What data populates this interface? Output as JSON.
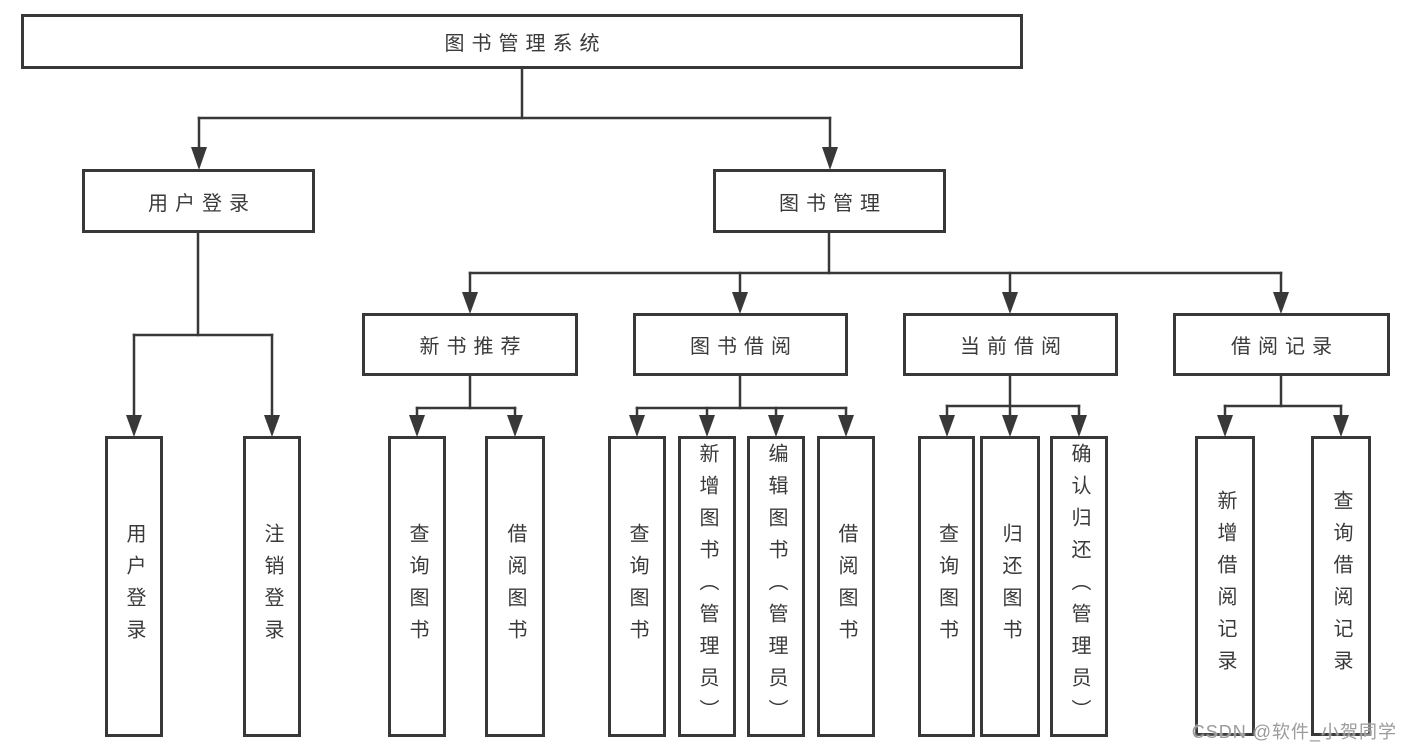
{
  "tree": {
    "root": {
      "label": "图书管理系统"
    },
    "branches": [
      {
        "label": "用户登录",
        "children": [
          {
            "label": "用户登录"
          },
          {
            "label": "注销登录"
          }
        ]
      },
      {
        "label": "图书管理",
        "children": [
          {
            "label": "新书推荐",
            "children": [
              {
                "label": "查询图书"
              },
              {
                "label": "借阅图书"
              }
            ]
          },
          {
            "label": "图书借阅",
            "children": [
              {
                "label": "查询图书"
              },
              {
                "label": "新增图书（管理员）"
              },
              {
                "label": "编辑图书（管理员）"
              },
              {
                "label": "借阅图书"
              }
            ]
          },
          {
            "label": "当前借阅",
            "children": [
              {
                "label": "查询图书"
              },
              {
                "label": "归还图书"
              },
              {
                "label": "确认归还（管理员）"
              }
            ]
          },
          {
            "label": "借阅记录",
            "children": [
              {
                "label": "新增借阅记录"
              },
              {
                "label": "查询借阅记录"
              }
            ]
          }
        ]
      }
    ]
  },
  "watermark": {
    "text": "CSDN @软件_小贺同学"
  },
  "colors": {
    "line": "#383838",
    "text": "#3a3a3a",
    "watermark": "#9b9b9b",
    "background": "#ffffff"
  }
}
